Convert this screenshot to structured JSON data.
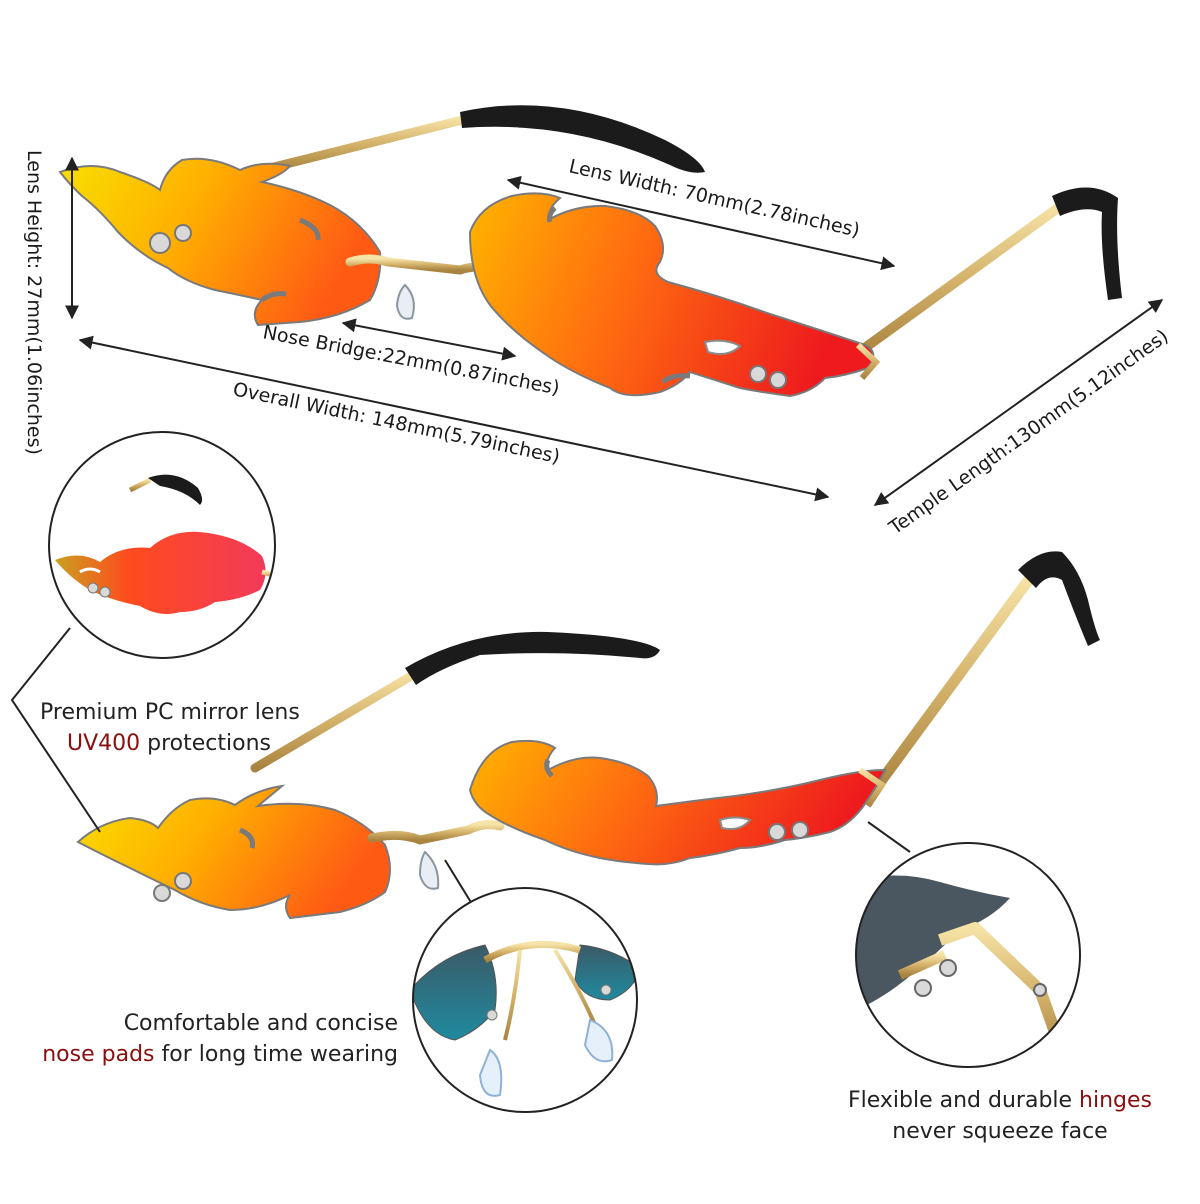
{
  "dimensions": {
    "lens_height": "Lens Height: 27mm(1.06inches)",
    "lens_width": "Lens Width: 70mm(2.78inches)",
    "nose_bridge": "Nose Bridge:22mm(0.87inches)",
    "overall_width": "Overall Width: 148mm(5.79inches)",
    "temple_length": "Temple Length:130mm(5.12inches)"
  },
  "callouts": {
    "lens": {
      "line1": "Premium PC mirror lens",
      "highlight": "UV400",
      "line2_rest": " protections"
    },
    "nose_pads": {
      "line1": "Comfortable and concise",
      "highlight": "nose pads",
      "line2_rest": " for long time wearing"
    },
    "hinges": {
      "line1_start": "Flexible and durable ",
      "highlight": "hinges",
      "line2": "never squeeze face"
    }
  },
  "colors": {
    "highlight": "#8b0f0f",
    "frame_gold": "#d4b26a",
    "temple_tip": "#1b1b1b",
    "lens_yellow": "#f8e000",
    "lens_red": "#ef1a1e"
  }
}
